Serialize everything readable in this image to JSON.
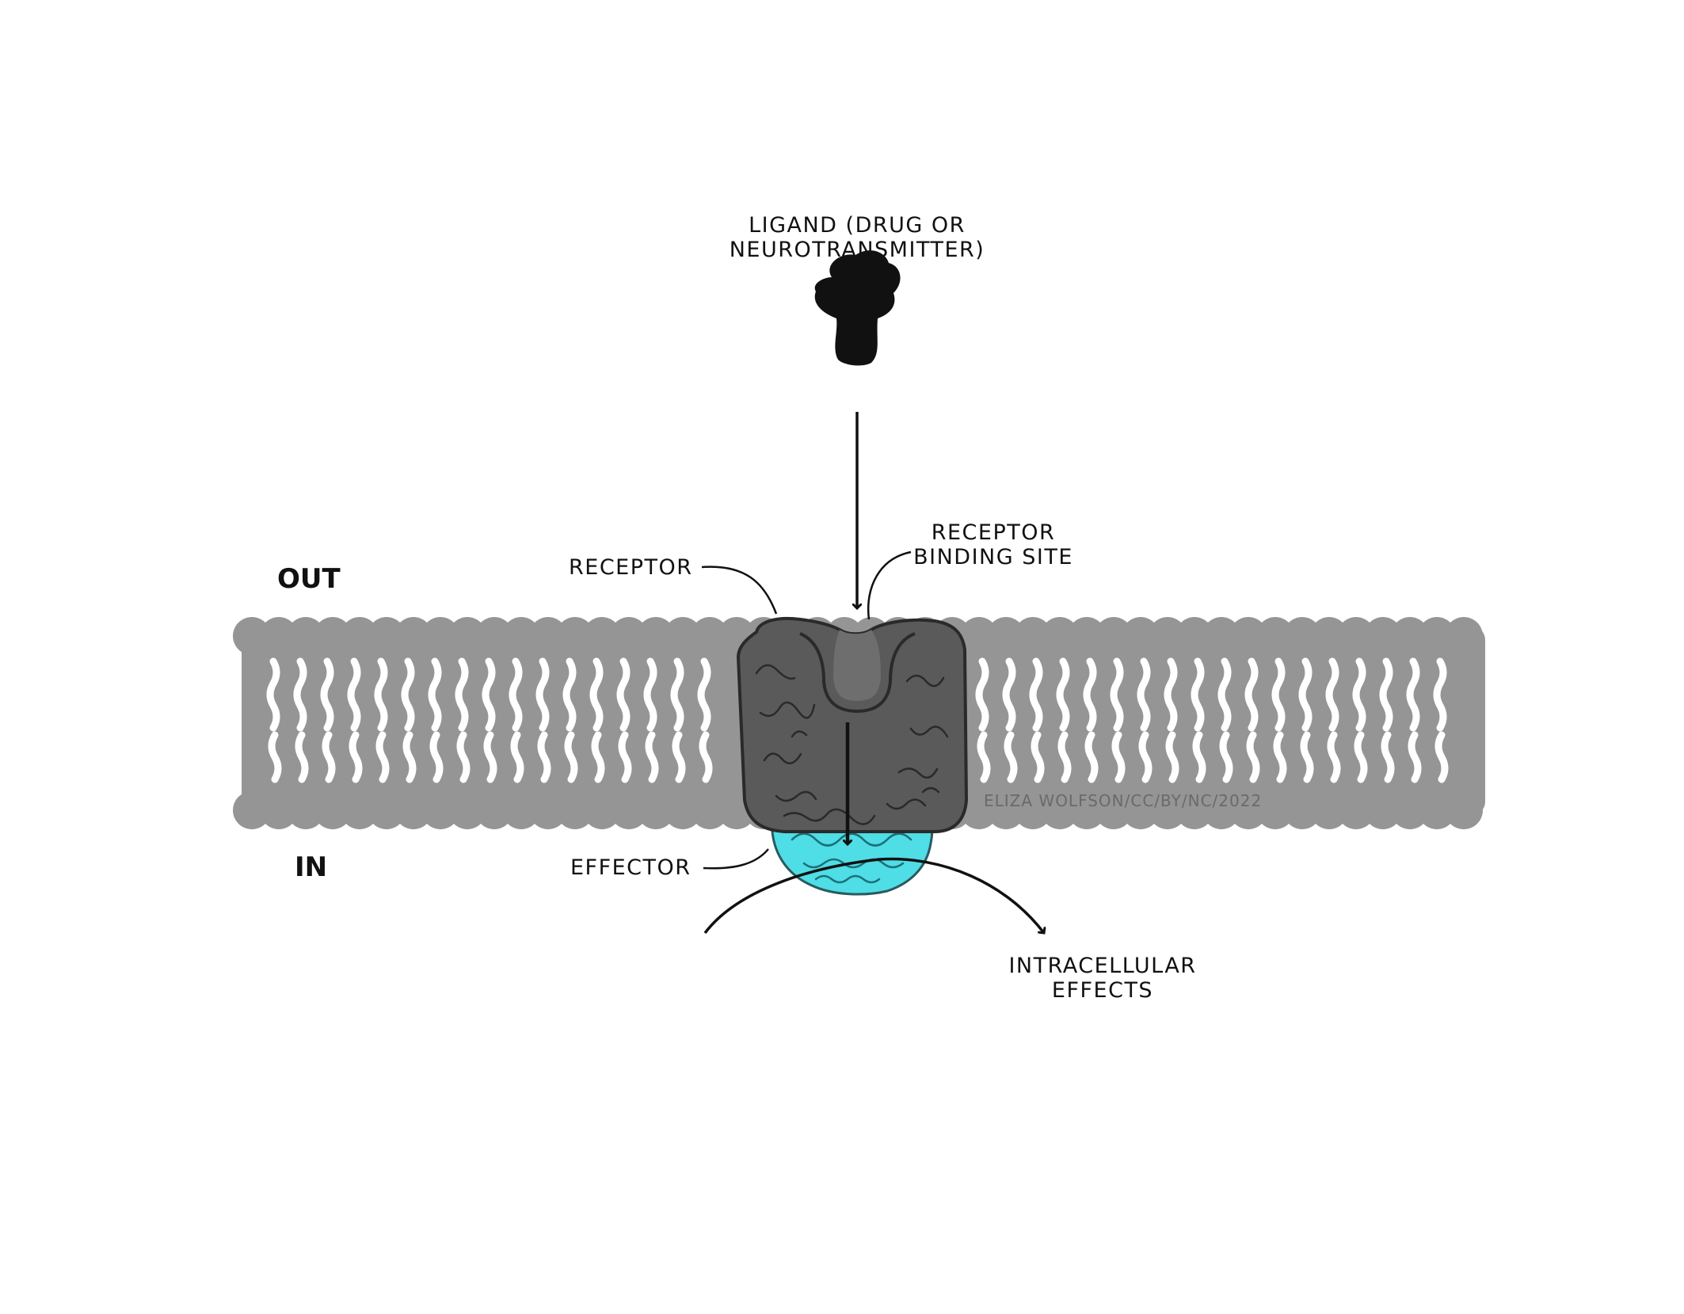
{
  "labels": {
    "ligand_line1": "LIGAND (DRUG OR",
    "ligand_line2": "NEUROTRANSMITTER)",
    "receptor": "RECEPTOR",
    "binding_line1": "RECEPTOR",
    "binding_line2": "BINDING SITE",
    "out": "OUT",
    "in": "IN",
    "effector": "EFFECTOR",
    "effects_line1": "INTRACELLULAR",
    "effects_line2": "EFFECTS",
    "credit": "ELIZA WOLFSON/CC/BY/NC/2022"
  },
  "colors": {
    "membrane": "#959595",
    "receptor": "#5a5a5a",
    "effector": "#4fdde6",
    "ink": "#111111"
  }
}
